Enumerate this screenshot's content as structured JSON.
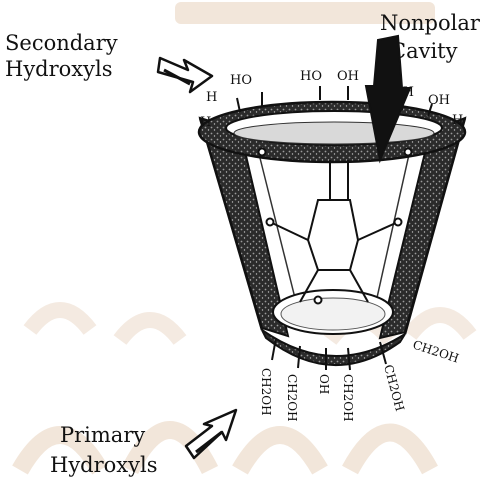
{
  "callouts": {
    "secondary_1": "Secondary",
    "secondary_2": "Hydroxyls",
    "nonpolar_1": "Nonpolar",
    "nonpolar_2": "Cavity",
    "primary_1": "Primary",
    "primary_2": "Hydroxyls"
  },
  "rim_labels": {
    "ho": "HO",
    "ho2": "HO",
    "oh": "OH",
    "h_left": "H",
    "h_left2": "H",
    "ho_left": "HO",
    "oh_right1": "OH",
    "oh_right2": "OH",
    "h_right": "H"
  },
  "base_labels": {
    "ch2oh_1": "CH2OH",
    "ch2oh_2": "CH2OH",
    "oh_mid": "OH",
    "ch2oh_3": "CH2OH",
    "ch2oh_4": "CH2OH",
    "ch2oh_right": "CH2OH"
  },
  "colors": {
    "ink": "#111111",
    "band": "#2b2b2b",
    "watermark": "#f1e3d6"
  }
}
